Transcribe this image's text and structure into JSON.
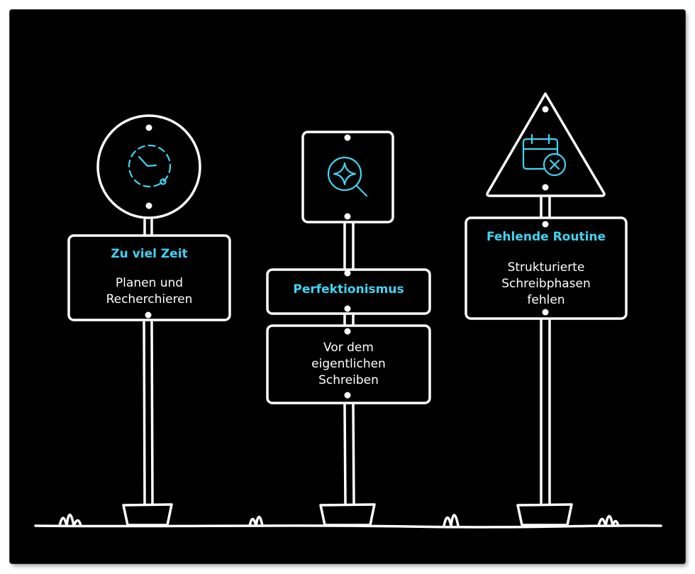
{
  "colors": {
    "background": "#000000",
    "line": "#ffffff",
    "accent": "#40d4f4"
  },
  "signs": [
    {
      "title": "Zu viel Zeit",
      "description": "Planen und Recherchieren",
      "icon": "dashed-clock-icon",
      "shape": "circle"
    },
    {
      "title": "Perfektionismus",
      "description": "Vor dem eigentlichen Schreiben",
      "icon": "magnifier-sparkle-icon",
      "shape": "square"
    },
    {
      "title": "Fehlende Routine",
      "description": "Strukturierte Schreibphasen fehlen",
      "icon": "calendar-cancel-icon",
      "shape": "triangle"
    }
  ]
}
